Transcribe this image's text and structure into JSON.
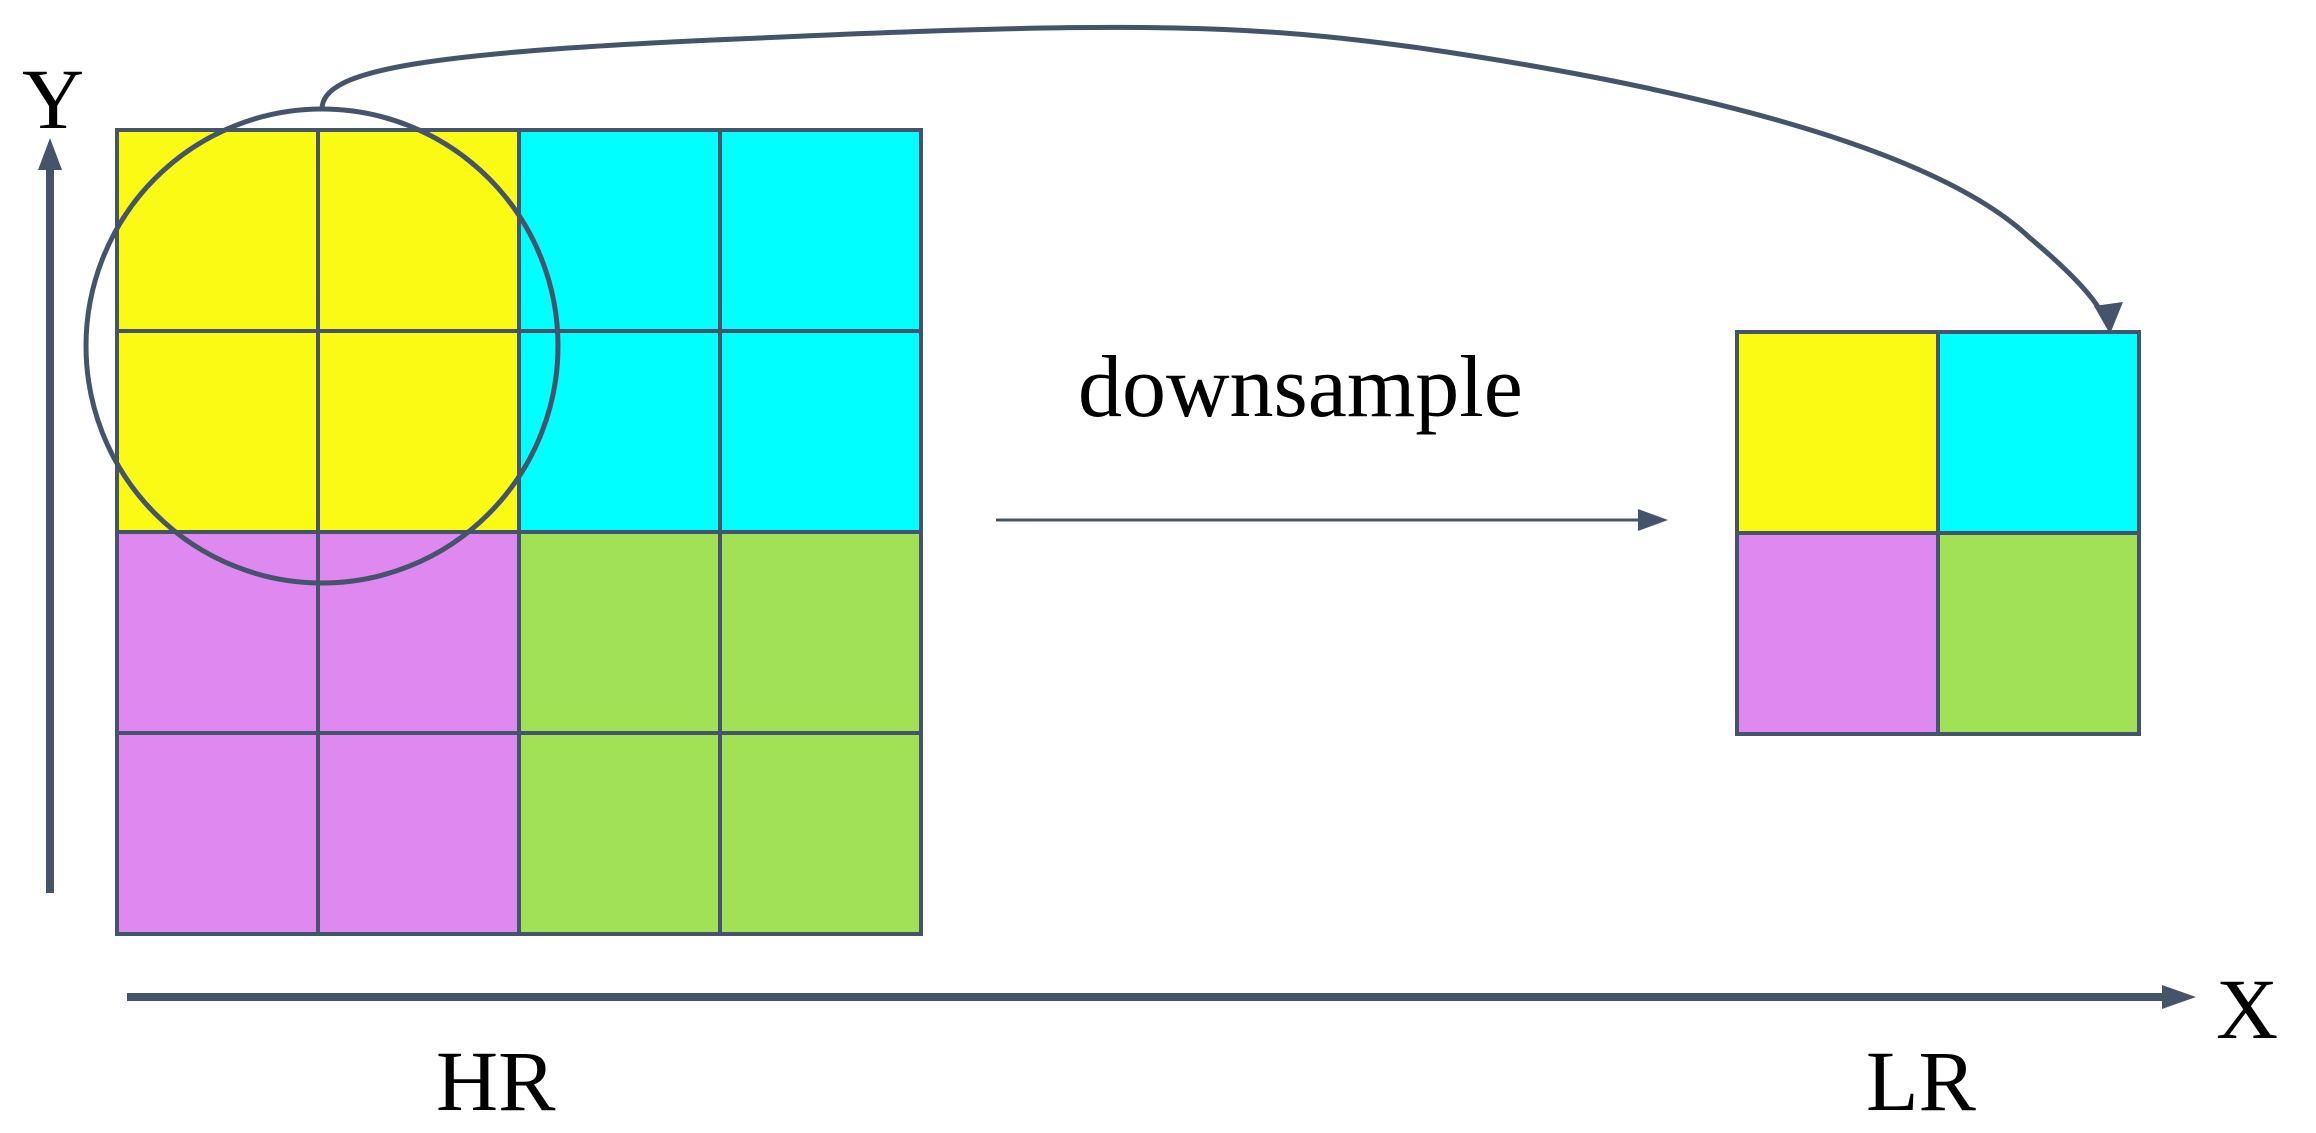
{
  "labels": {
    "y_axis": "Y",
    "x_axis": "X",
    "hr": "HR",
    "lr": "LR",
    "operation": "downsample"
  },
  "colors": {
    "stroke": "#44546a",
    "yellow": "#fafa14",
    "cyan": "#00ffff",
    "magenta": "#df88ef",
    "green": "#a0e155"
  },
  "hr_grid": {
    "rows": 4,
    "cols": 4,
    "cells": [
      [
        "yellow",
        "yellow",
        "cyan",
        "cyan"
      ],
      [
        "yellow",
        "yellow",
        "cyan",
        "cyan"
      ],
      [
        "magenta",
        "magenta",
        "green",
        "green"
      ],
      [
        "magenta",
        "magenta",
        "green",
        "green"
      ]
    ]
  },
  "lr_grid": {
    "rows": 2,
    "cols": 2,
    "cells": [
      [
        "yellow",
        "cyan"
      ],
      [
        "magenta",
        "green"
      ]
    ]
  }
}
